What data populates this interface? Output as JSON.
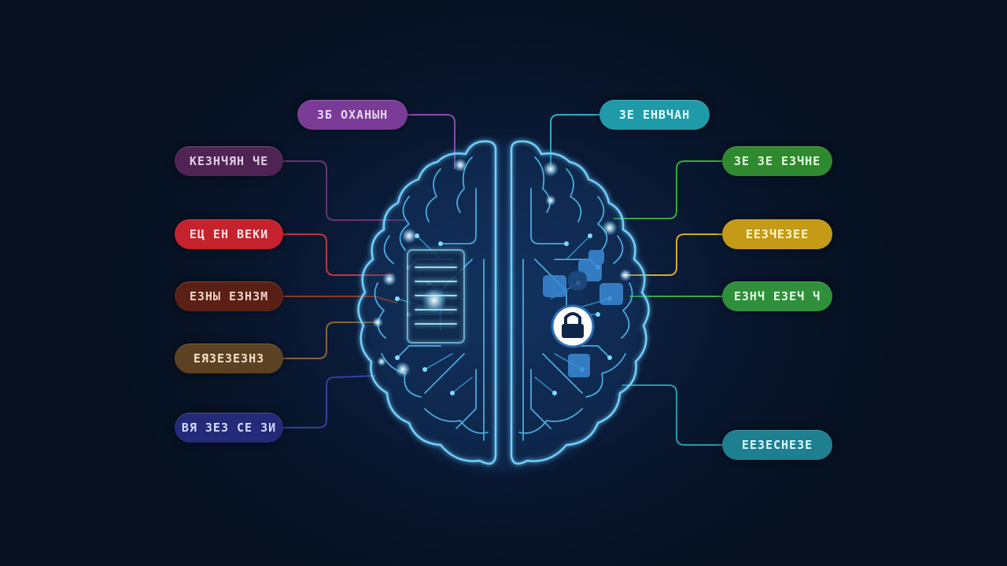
{
  "diagram": {
    "labels_left": [
      {
        "text": "ЗБ ОХАНЫН",
        "color": "#7a3b96",
        "text_color": "#e7d6ef"
      },
      {
        "text": "КЕЗНЧЯН ЧЕ",
        "color": "#4f2454",
        "text_color": "#e0cde3"
      },
      {
        "text": "ЕЦ ЕН ВЕКИ",
        "color": "#c4222d",
        "text_color": "#ffe3e3"
      },
      {
        "text": "ЕЗНЫ ЕЗНЗМ",
        "color": "#5a2016",
        "text_color": "#f0d3c6"
      },
      {
        "text": "ЕЯЗЕЗЕЗНЗ",
        "color": "#5c4122",
        "text_color": "#f3e0c8"
      },
      {
        "text": "ВЯ ЗЕЗ СЕ ЗИ",
        "color": "#232a78",
        "text_color": "#d6dbff"
      }
    ],
    "labels_right": [
      {
        "text": "ЗЕ ЕНВЧАН",
        "color": "#1f9aa8",
        "text_color": "#e2fbff"
      },
      {
        "text": "ЗЕ ЗЕ ЕЗЧНЕ",
        "color": "#2f8a2f",
        "text_color": "#e3ffe0"
      },
      {
        "text": "ЕЕЗЧЕЗЕЕ",
        "color": "#c49a16",
        "text_color": "#fff6d6"
      },
      {
        "text": "ЕЗНЧ ЕЗЕЧ Ч",
        "color": "#2f8f3a",
        "text_color": "#e6ffe8"
      },
      {
        "text": "ЕЕЗЕСНЕЗЕ",
        "color": "#1e7f90",
        "text_color": "#dcf8ff"
      }
    ],
    "brain_color": "#5cc8ff",
    "glow_color": "#a8e4ff"
  }
}
